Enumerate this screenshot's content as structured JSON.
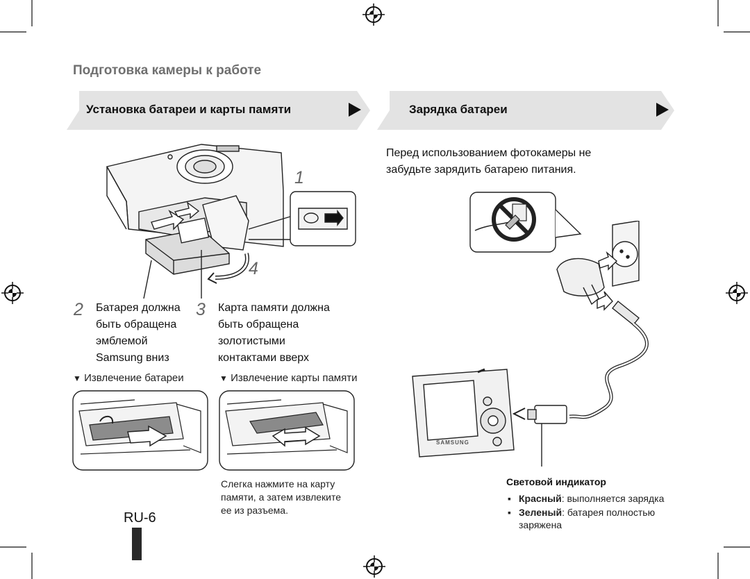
{
  "page": {
    "title": "Подготовка камеры к работе",
    "page_number": "RU-6"
  },
  "sections": {
    "left_banner": "Установка батареи и карты памяти",
    "right_banner": "Зарядка батареи"
  },
  "charging": {
    "intro_line1": "Перед использованием фотокамеры не",
    "intro_line2": "забудьте зарядить батарею питания."
  },
  "steps": {
    "step1_num": "1",
    "step4_num": "4",
    "step2": {
      "num": "2",
      "lines": [
        "Батарея должна",
        "быть обращена",
        "эмблемой",
        "Samsung вниз"
      ]
    },
    "step3": {
      "num": "3",
      "lines": [
        "Карта памяти должна",
        "быть обращена",
        "золотистыми",
        "контактами вверх"
      ]
    }
  },
  "removal": {
    "battery_label": "Извлечение батареи",
    "card_label": "Извлечение карты памяти",
    "marker": "▼",
    "card_note_lines": [
      "Слегка нажмите на карту",
      "памяти, а затем извлеките",
      "ее из разъема."
    ]
  },
  "indicator": {
    "title": "Световой индикатор",
    "bullet": "▪",
    "items": [
      {
        "color_name": "Красный",
        "text": ": выполняется зарядка"
      },
      {
        "color_name": "Зеленый",
        "text": ": батарея полностью",
        "text2": "заряжена"
      }
    ]
  },
  "camera_brand": "SAMSUNG",
  "colors": {
    "banner_fill": "#e3e3e3",
    "title_gray": "#707070",
    "line": "#222222"
  }
}
